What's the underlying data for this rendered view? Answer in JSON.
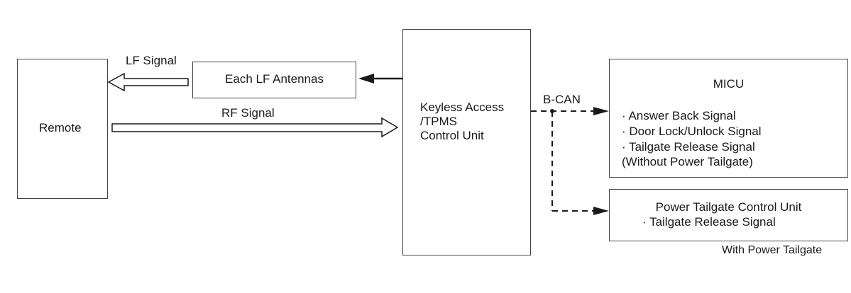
{
  "remote": {
    "label": "Remote"
  },
  "lf_antennas": {
    "label": "Each LF Antennas"
  },
  "control_unit": {
    "lines": [
      "Keyless Access",
      "/TPMS",
      "Control Unit"
    ]
  },
  "micu": {
    "title": "MICU",
    "signals": [
      "· Answer Back Signal",
      "· Door Lock/Unlock Signal",
      "· Tailgate Release Signal"
    ],
    "note": "(Without Power Tailgate)"
  },
  "power_tailgate": {
    "title": "Power Tailgate Control Unit",
    "signal": "· Tailgate Release Signal",
    "caption": "With Power Tailgate"
  },
  "labels": {
    "lf_signal": "LF Signal",
    "rf_signal": "RF Signal",
    "bus": "B-CAN"
  },
  "colors": {
    "line": "#1a1a1a",
    "border": "#444444"
  }
}
